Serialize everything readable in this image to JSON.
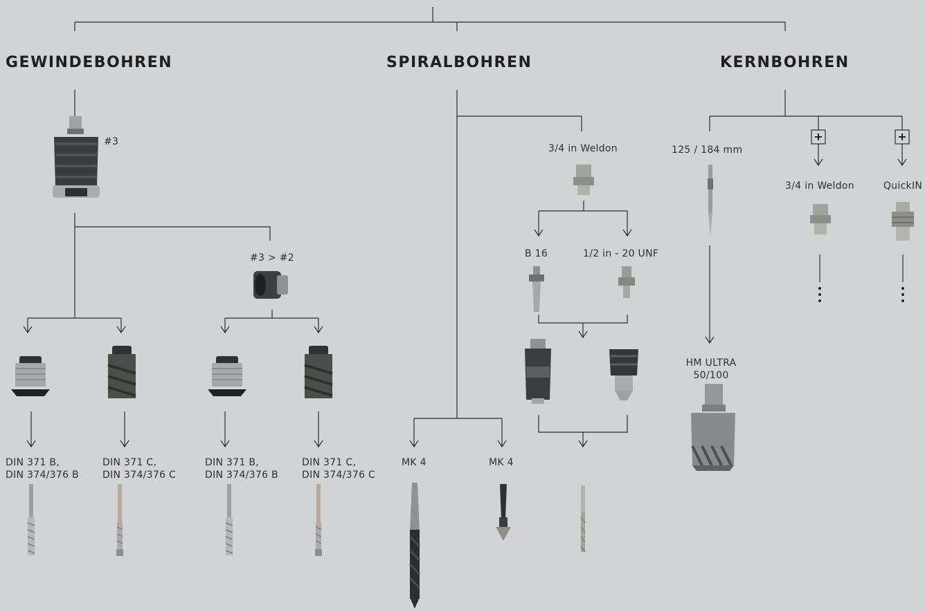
{
  "categories": {
    "gewinde": "GEWINDEBOHREN",
    "spiral": "SPIRALBOHREN",
    "kern": "KERNBOHREN"
  },
  "labels": {
    "size3": "#3",
    "size3to2": "#3 > #2",
    "din_b_line1": "DIN 371 B,",
    "din_b_line2": "DIN 374/376 B",
    "din_c_line1": "DIN 371 C,",
    "din_c_line2": "DIN 374/376 C",
    "mk4": "MK 4",
    "weldon34": "3/4 in Weldon",
    "b16": "B 16",
    "unf": "1/2 in - 20 UNF",
    "kern_len": "125 / 184 mm",
    "hm_line1": "HM ULTRA",
    "hm_line2": "50/100",
    "weldon34b": "3/4 in Weldon",
    "quickin": "QuickIN"
  },
  "colors": {
    "background": "#d2d3d5",
    "line": "#2b2b2b",
    "steel_dark": "#3c3f42",
    "steel_light": "#a9adb0",
    "brass": "#8f8e86"
  }
}
